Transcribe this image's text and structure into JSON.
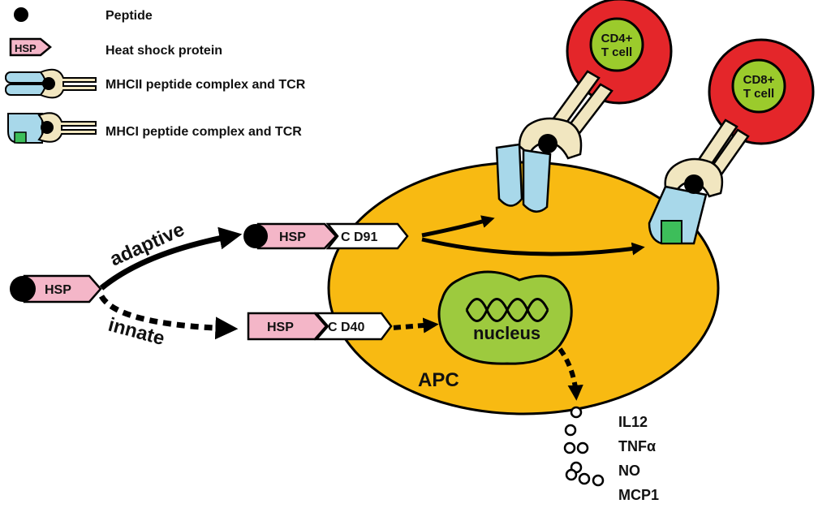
{
  "legend": {
    "peptide": "Peptide",
    "hsp_tag": "HSP",
    "hsp": "Heat shock protein",
    "mhcii": "MHCII peptide complex and TCR",
    "mhci": "MHCI peptide complex and TCR"
  },
  "pathways": {
    "adaptive": "adaptive",
    "innate": "innate"
  },
  "tags": {
    "hsp": "HSP",
    "cd91": "C D91",
    "cd40": "C D40"
  },
  "cells": {
    "cd4_line1": "CD4+",
    "cd4_line2": "T cell",
    "cd8_line1": "CD8+",
    "cd8_line2": "T cell",
    "apc": "APC",
    "nucleus": "nucleus"
  },
  "cytokines": [
    "IL12",
    "TNFα",
    "NO",
    "MCP1"
  ],
  "colors": {
    "apc": "#F8BA12",
    "tcell_outer": "#E4262A",
    "tcell_inner": "#9BCB2C",
    "nucleus": "#9DCA3E",
    "mhc": "#A8D8EA",
    "tcr": "#F1E6C0",
    "hsp": "#F4B6C8",
    "mhci_green": "#3DBE5A"
  }
}
